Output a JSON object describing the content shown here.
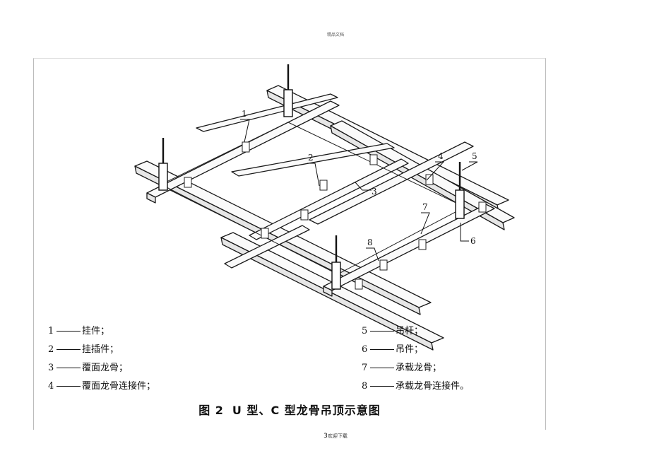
{
  "header_note": "精品文档",
  "figure": {
    "callouts": [
      "1",
      "2",
      "3",
      "4",
      "5",
      "6",
      "7",
      "8"
    ],
    "legend": [
      {
        "num": "1",
        "text": "挂件；"
      },
      {
        "num": "2",
        "text": "挂插件；"
      },
      {
        "num": "3",
        "text": "覆面龙骨；"
      },
      {
        "num": "4",
        "text": "覆面龙骨连接件；"
      },
      {
        "num": "5",
        "text": "吊杆；"
      },
      {
        "num": "6",
        "text": "吊件；"
      },
      {
        "num": "7",
        "text": "承载龙骨；"
      },
      {
        "num": "8",
        "text": "承载龙骨连接件。"
      }
    ],
    "caption": {
      "label": "图 2",
      "title": "U 型、C 型龙骨吊顶示意图"
    }
  },
  "footer": {
    "page": "3",
    "text": "欢迎下载"
  }
}
